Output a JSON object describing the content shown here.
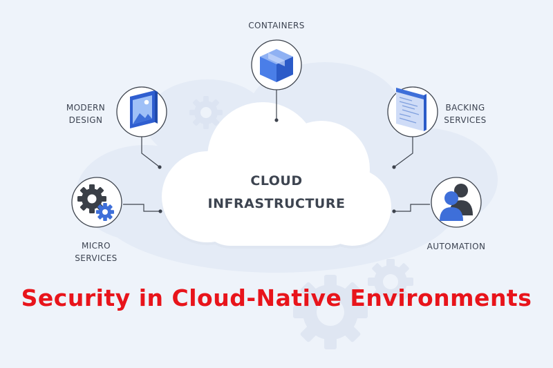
{
  "diagram": {
    "center": {
      "line1": "CLOUD",
      "line2": "INFRASTRUCTURE"
    },
    "nodes": {
      "containers": {
        "label": "CONTAINERS"
      },
      "modern_design": {
        "line1": "MODERN",
        "line2": "DESIGN"
      },
      "backing_services": {
        "line1": "BACKING",
        "line2": "SERVICES"
      },
      "micro_services": {
        "line1": "MICRO",
        "line2": "SERVICES"
      },
      "automation": {
        "label": "AUTOMATION"
      }
    },
    "colors": {
      "accent_blue": "#3e6fd9",
      "dark_icon": "#3a3f47",
      "headline_red": "#e8141b",
      "text_gray": "#3b4250"
    }
  },
  "headline": "Security in Cloud-Native Environments"
}
